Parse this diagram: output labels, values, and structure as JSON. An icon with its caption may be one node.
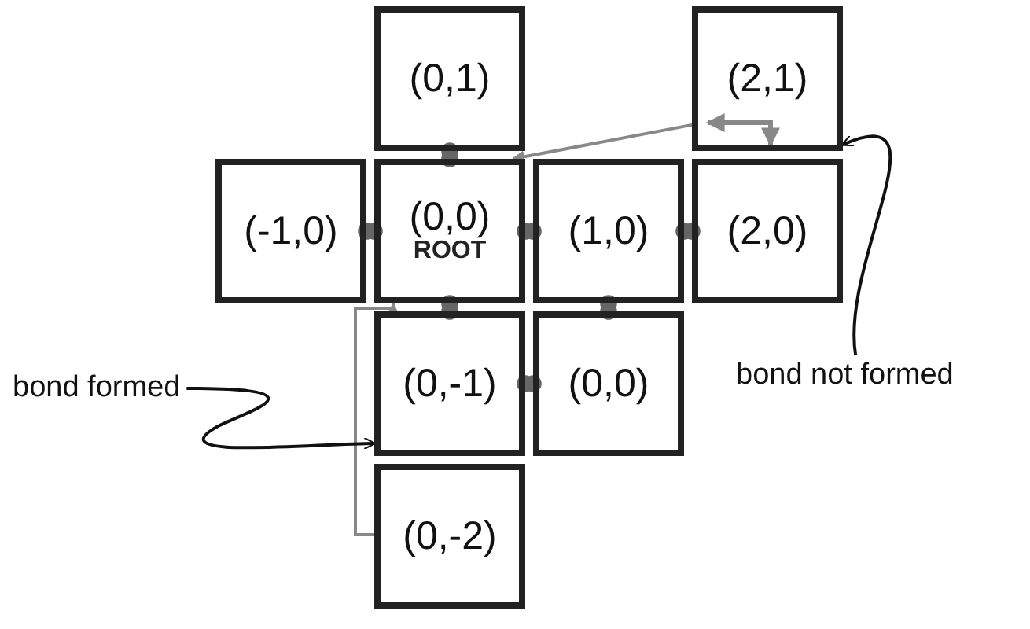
{
  "diagram": {
    "nodes": [
      {
        "text": [
          "(0,1)"
        ]
      },
      {
        "text": [
          "(2,1)"
        ]
      },
      {
        "text": [
          "(-1,0)"
        ]
      },
      {
        "text": [
          "(0,0)",
          "ROOT"
        ]
      },
      {
        "text": [
          "(1,0)"
        ]
      },
      {
        "text": [
          "(2,0)"
        ]
      },
      {
        "text": [
          "(0,-1)"
        ]
      },
      {
        "text": [
          "(0,0)"
        ]
      },
      {
        "text": [
          "(0,-2)"
        ]
      },
      {
        "text": [
          "bond formed"
        ]
      },
      {
        "text": [
          "bond not formed"
        ]
      }
    ],
    "edges": [
      {
        "from": 0,
        "to": 3,
        "arrow": "other"
      },
      {
        "from": 2,
        "to": 3,
        "arrow": "other"
      },
      {
        "from": 3,
        "to": 4,
        "arrow": "other"
      },
      {
        "from": 4,
        "to": 5,
        "arrow": "other"
      },
      {
        "from": 3,
        "to": 6,
        "arrow": "other"
      },
      {
        "from": 4,
        "to": 7,
        "arrow": "other"
      },
      {
        "from": 6,
        "to": 7,
        "arrow": "other"
      },
      {
        "from": 1,
        "to": 3,
        "arrow": "to",
        "color": "#888888"
      },
      {
        "from": 8,
        "to": 3,
        "arrow": "to",
        "color": "#888888"
      },
      {
        "from": 9,
        "to": 6,
        "arrow": "to",
        "color": "#111111"
      },
      {
        "from": 10,
        "to": 1,
        "arrow": "to",
        "color": "#111111"
      }
    ]
  }
}
